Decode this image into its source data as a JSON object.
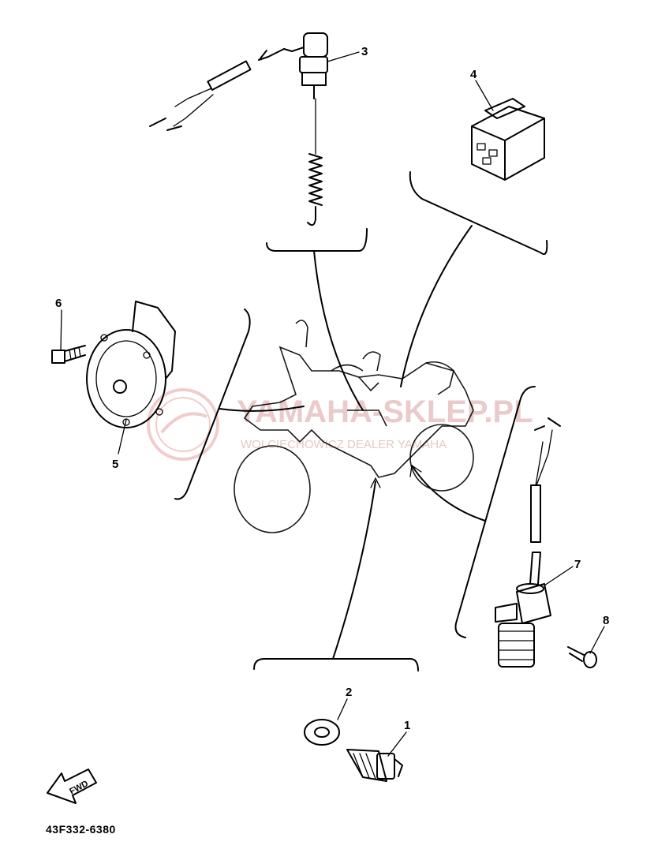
{
  "callouts": {
    "c1": "1",
    "c2": "2",
    "c3": "3",
    "c4": "4",
    "c5": "5",
    "c6": "6",
    "c7": "7",
    "c8": "8"
  },
  "fwd_label": "FWD",
  "part_code": "43F332-6380",
  "watermark": {
    "title": "YAMAHA-SKLEP.PL",
    "subtitle": "WOLCIECHOWICZ DEALER YAMAHA"
  },
  "colors": {
    "line": "#000000",
    "watermark": "#d9a0a0",
    "background": "#ffffff"
  }
}
